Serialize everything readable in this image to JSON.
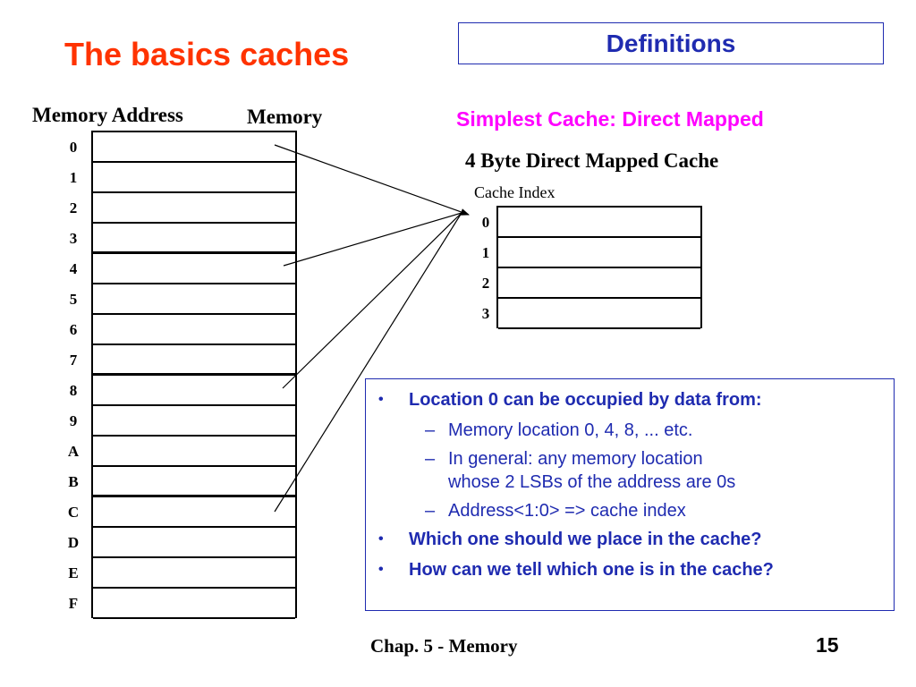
{
  "slide": {
    "title": "The basics caches",
    "section": "Definitions",
    "footer": "Chap. 5 - Memory",
    "page_number": "15"
  },
  "memory": {
    "address_header": "Memory Address",
    "header": "Memory",
    "addresses": [
      "0",
      "1",
      "2",
      "3",
      "4",
      "5",
      "6",
      "7",
      "8",
      "9",
      "A",
      "B",
      "C",
      "D",
      "E",
      "F"
    ]
  },
  "cache": {
    "subtitle": "Simplest Cache: Direct  Mapped",
    "title": "4  Byte Direct Mapped Cache",
    "index_header": "Cache Index",
    "indices": [
      "0",
      "1",
      "2",
      "3"
    ]
  },
  "notes": {
    "b1": "Location 0 can be occupied by data from:",
    "s1": "Memory location 0, 4, 8, ... etc.",
    "s2": "In general: any memory location\nwhose 2 LSBs of the address are 0s",
    "s3": "Address<1:0>  => cache index",
    "b2": "Which one should we place in the cache?",
    "b3": "How can we tell which one is in the cache?"
  },
  "colors": {
    "title": "#ff3300",
    "accent_blue": "#1f2bb0",
    "subtitle_magenta": "#ff00ff"
  }
}
